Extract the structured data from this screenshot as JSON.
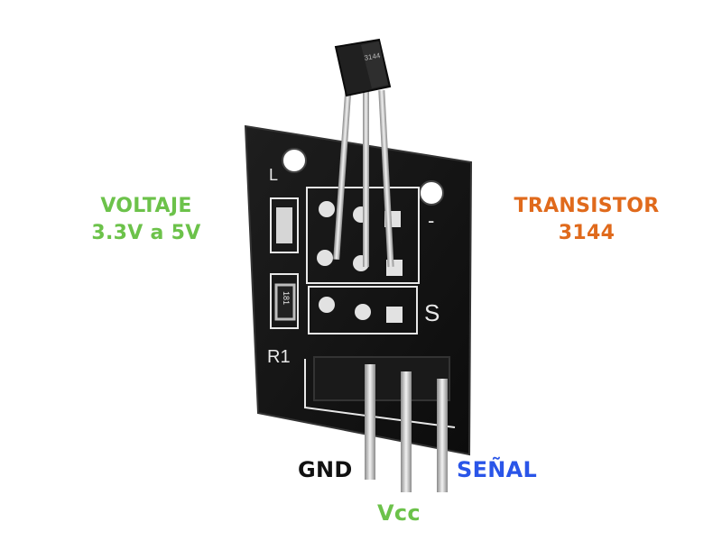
{
  "labels": {
    "voltage": {
      "line1": "VOLTAJE",
      "line2": "3.3V a 5V",
      "color": "#6cc24a"
    },
    "transistor": {
      "line1": "TRANSISTOR",
      "line2": "3144",
      "color": "#e06a1c"
    },
    "gnd": {
      "text": "GND",
      "color": "#111111"
    },
    "vcc": {
      "text": "Vcc",
      "color": "#6cc24a"
    },
    "signal": {
      "text": "SEÑAL",
      "color": "#2a55e8"
    }
  },
  "silkscreen": {
    "led_label": "L",
    "resistor_label": "R1",
    "signal_pin_label": "S",
    "minus_label": "-",
    "resistor_marking": "181",
    "sensor_marking": "3144"
  },
  "icons": {
    "module": "hall-sensor-module-icon"
  },
  "colors": {
    "pcb": "#151515",
    "pcb_edge": "#2a2a2a",
    "silkscreen": "#e8e8e8",
    "pin_metal": "#c9c9c9",
    "header": "#1a1a1a"
  }
}
